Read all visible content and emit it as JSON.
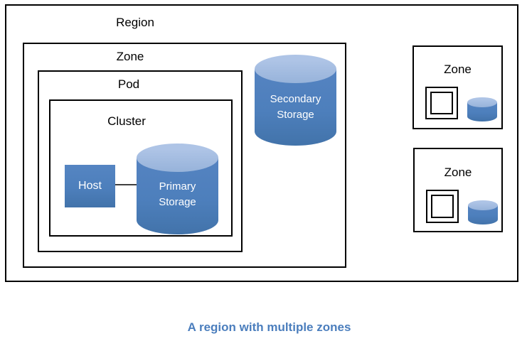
{
  "colors": {
    "shape_blue": "#4d7fbc",
    "shape_blue_dark": "#4273aa",
    "cylinder_top_light": "#aec4e6",
    "cylinder_top": "#97b3da",
    "outline": "#000000",
    "connector": "#3f3f3f",
    "caption_text": "#4b7ebd",
    "label_text": "#000000"
  },
  "region": {
    "label": "Region"
  },
  "main_zone": {
    "label": "Zone",
    "pod": {
      "label": "Pod",
      "cluster": {
        "label": "Cluster",
        "host": {
          "label": "Host"
        },
        "primary_storage": {
          "line1": "Primary",
          "line2": "Storage"
        }
      }
    },
    "secondary_storage": {
      "line1": "Secondary",
      "line2": "Storage"
    }
  },
  "right_zones": [
    {
      "label": "Zone"
    },
    {
      "label": "Zone"
    }
  ],
  "caption": "A region with multiple zones"
}
